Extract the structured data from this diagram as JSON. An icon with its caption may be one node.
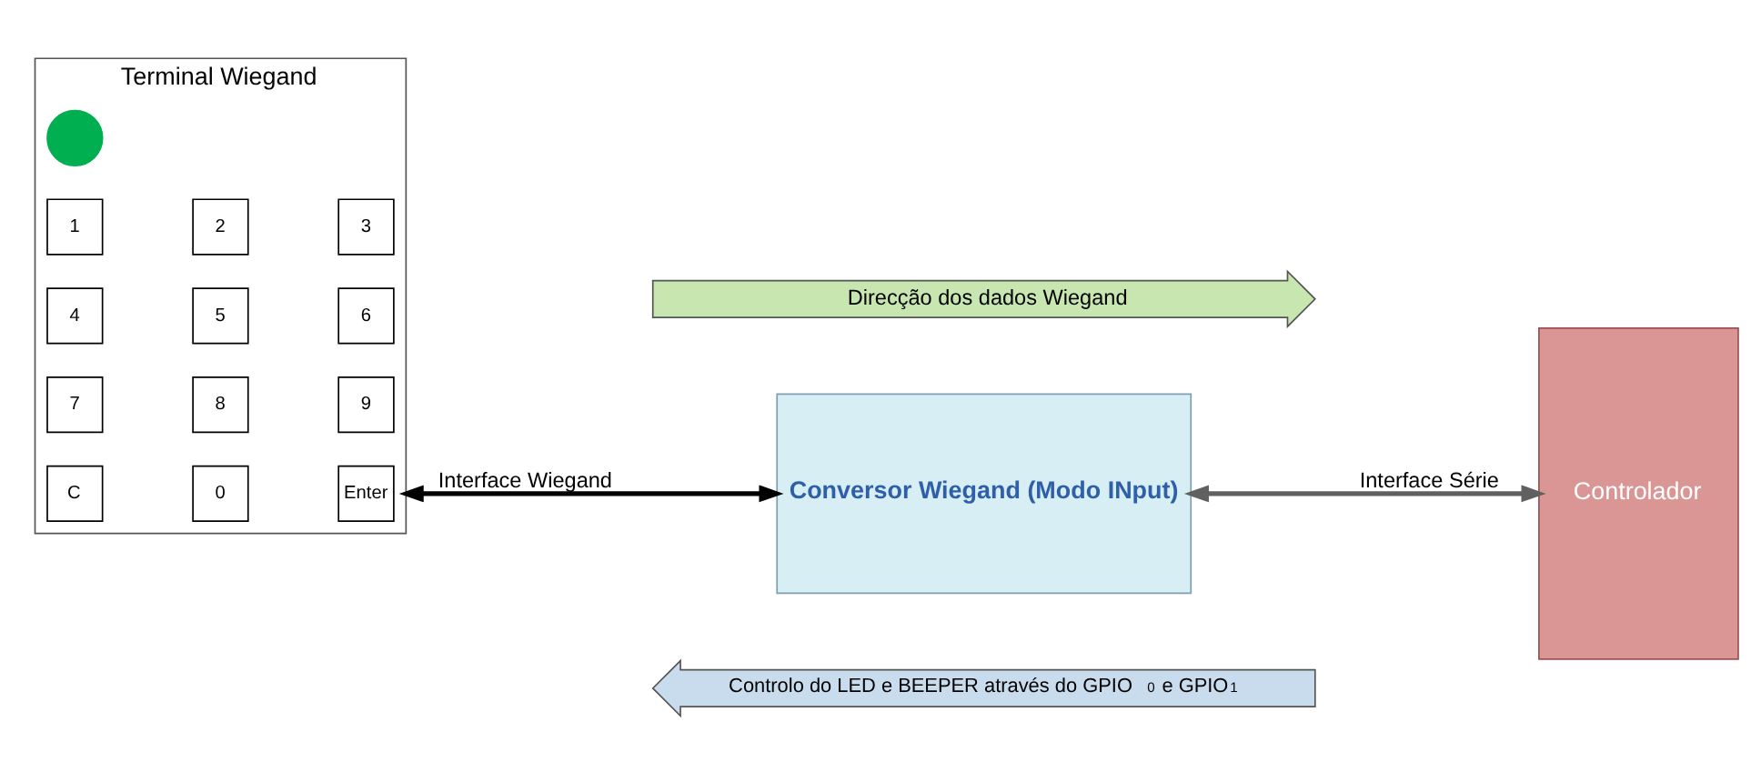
{
  "diagram": {
    "nodes": [
      {
        "text": [
          "Terminal Wiegand"
        ]
      },
      {
        "text": [],
        "shape": "circle",
        "in": 0
      },
      {
        "text": [
          "1"
        ],
        "in": 0
      },
      {
        "text": [
          "2"
        ],
        "in": 0
      },
      {
        "text": [
          "3"
        ],
        "in": 0
      },
      {
        "text": [
          "4"
        ],
        "in": 0
      },
      {
        "text": [
          "5"
        ],
        "in": 0
      },
      {
        "text": [
          "6"
        ],
        "in": 0
      },
      {
        "text": [
          "7"
        ],
        "in": 0
      },
      {
        "text": [
          "8"
        ],
        "in": 0
      },
      {
        "text": [
          "9"
        ],
        "in": 0
      },
      {
        "text": [
          "C"
        ],
        "in": 0
      },
      {
        "text": [
          "0"
        ],
        "in": 0
      },
      {
        "text": [
          "Enter"
        ],
        "in": 0
      },
      {
        "text": [
          "Conversor Wiegand (Modo INput)"
        ]
      },
      {
        "text": [
          "Controlador"
        ]
      },
      {
        "text": [
          "Direcção dos dados Wiegand"
        ]
      },
      {
        "text": [
          "Controlo do LED e BEEPER através do GPIO$_{0}$ e GPIO$_{1}$"
        ]
      }
    ],
    "edges": [
      {
        "from": 0,
        "to": 14,
        "arrow": "both",
        "label": "Interface Wiegand"
      },
      {
        "from": 14,
        "to": 15,
        "arrow": "both",
        "label": "Interface Série",
        "color": "#606060"
      }
    ]
  }
}
